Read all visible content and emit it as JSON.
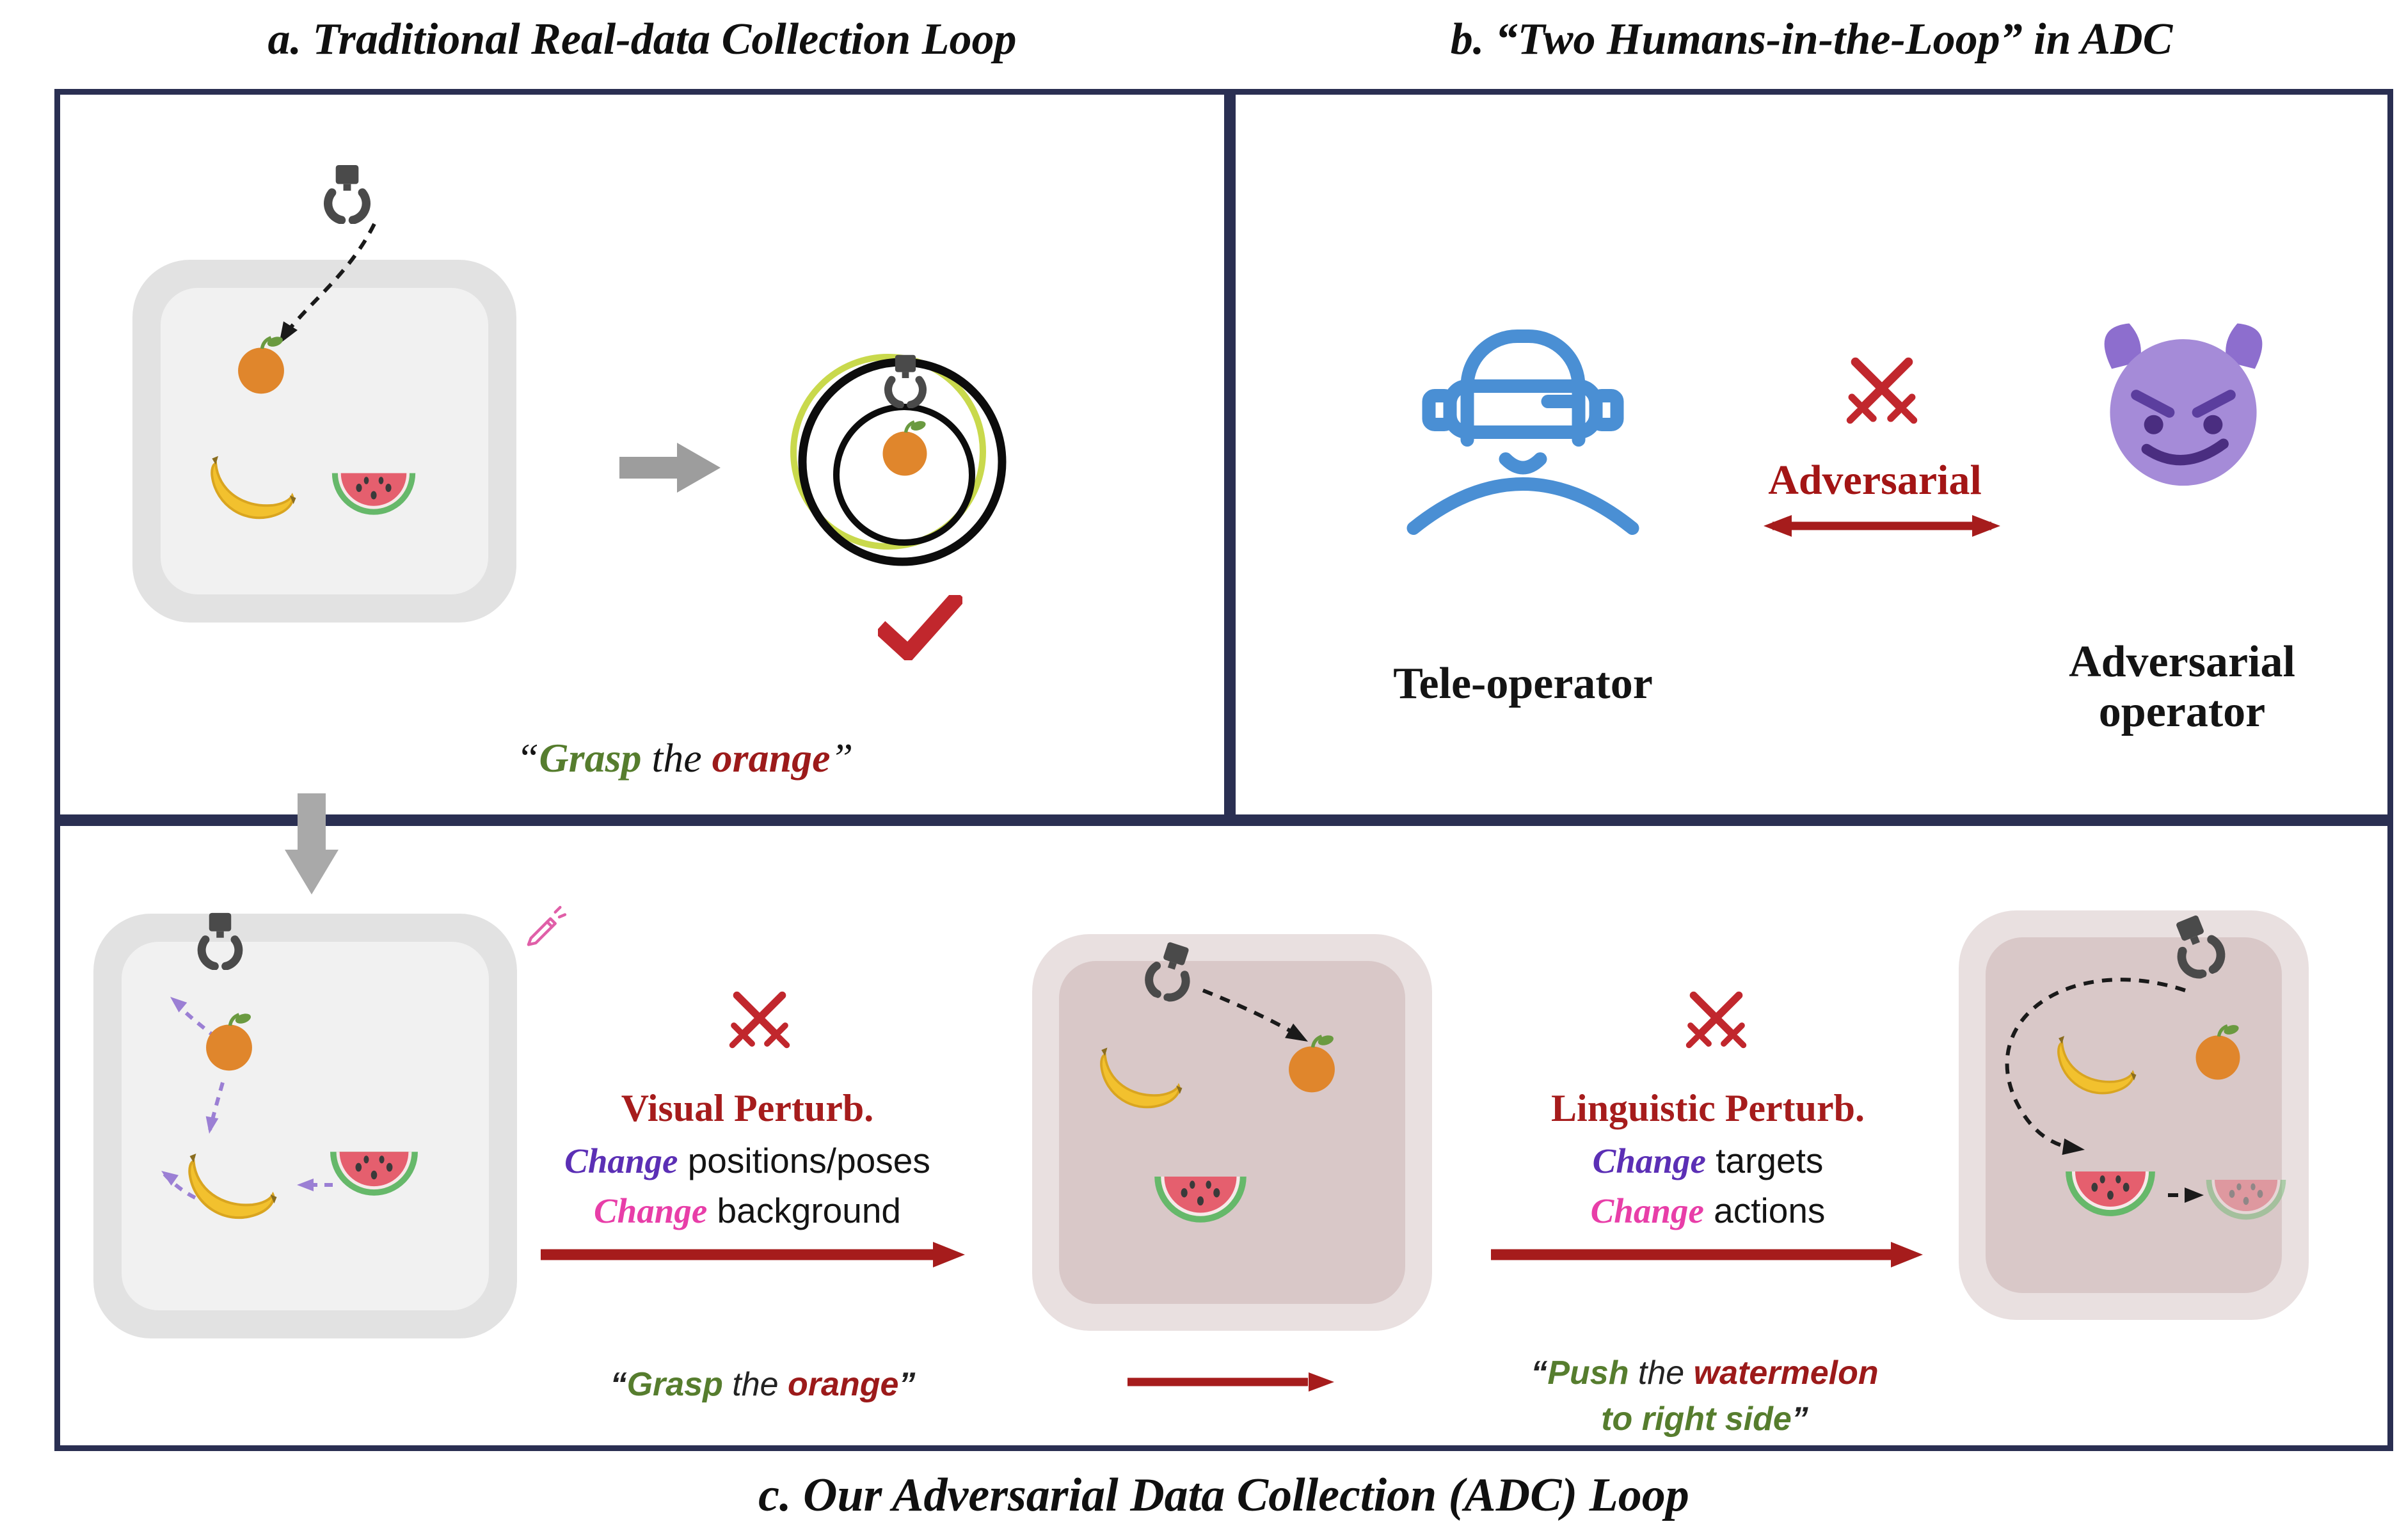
{
  "figure": {
    "panel_a_title": "a. Traditional Real-data Collection Loop",
    "panel_b_title": "b. “Two Humans-in-the-Loop” in ADC",
    "panel_c_title": "c. Our Adversarial Data Collection (ADC) Loop"
  },
  "panel_a": {
    "instruction": {
      "open": "“",
      "verb": "Grasp",
      "mid": " the ",
      "object": "orange",
      "close": "”"
    }
  },
  "panel_b": {
    "teleoperator_label": "Tele-operator",
    "adversarial_label": "Adversarial",
    "adversarial_operator_line1": "Adversarial",
    "adversarial_operator_line2": "operator"
  },
  "panel_c": {
    "visual": {
      "title": "Visual Perturb.",
      "change1": "Change",
      "rest1": " positions/poses",
      "change2": "Change",
      "rest2": " background"
    },
    "linguistic": {
      "title": "Linguistic Perturb.",
      "change1": "Change",
      "rest1": " targets",
      "change2": "Change",
      "rest2": " actions"
    },
    "instruction_before": {
      "open": "“",
      "verb": "Grasp",
      "mid": " the ",
      "object": "orange",
      "close": "”"
    },
    "instruction_after": {
      "open": "“",
      "verb": "Push",
      "mid": " the ",
      "object": "watermelon",
      "line2": "to right side",
      "close": "”"
    }
  },
  "colors": {
    "border_navy": "#2a2f52",
    "verb_green": "#567d2e",
    "object_red": "#9c1a1a",
    "accent_red": "#a61c1c",
    "swords_red": "#c1272d",
    "change_purple": "#5b2fb5",
    "change_magenta": "#e83ea8",
    "teleoperator_blue": "#4a8fd4",
    "devil_purple": "#a58bd8"
  },
  "icons": {
    "gripper": "robot-gripper",
    "orange": "orange-fruit",
    "banana": "banana-fruit",
    "watermelon": "watermelon-slice",
    "teleoperator": "person-with-vr-headset",
    "adversary": "smiling-devil-face",
    "conflict": "crossed-swords",
    "success": "red-checkmark",
    "edit": "pink-pencil"
  }
}
